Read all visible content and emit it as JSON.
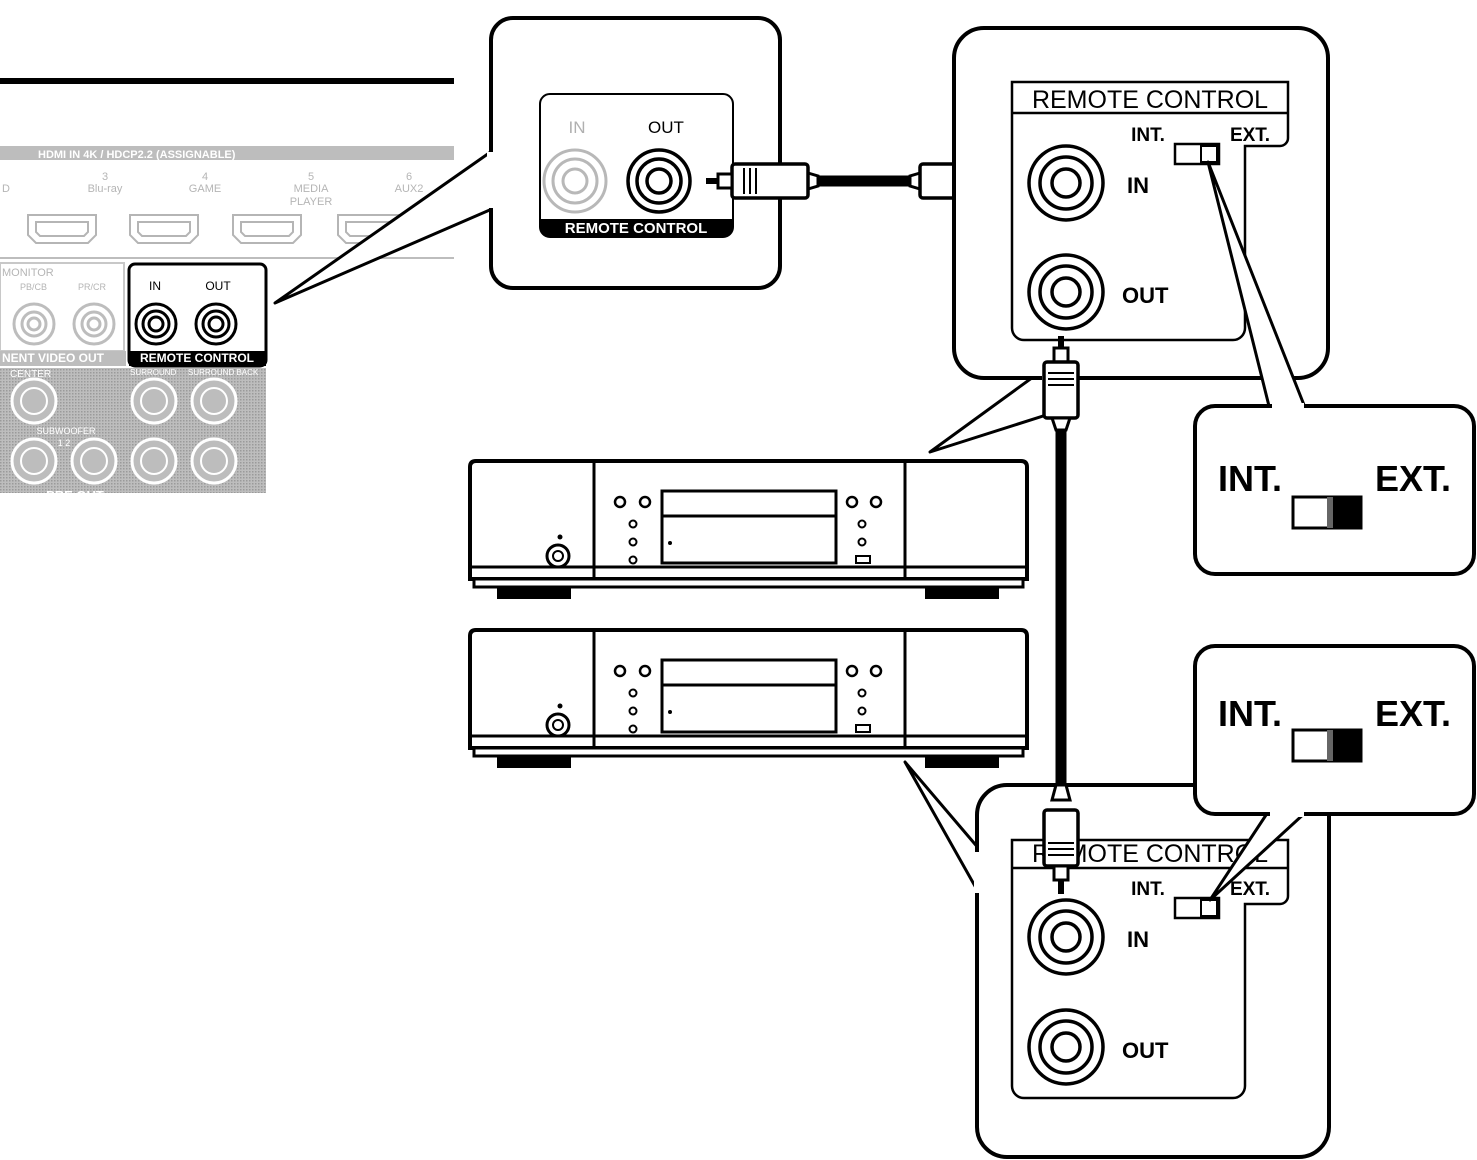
{
  "receiver_panel": {
    "hdmi_header": "HDMI IN 4K / HDCP2.2 (ASSIGNABLE)",
    "hdmi_inputs": [
      {
        "num": "",
        "name": "D"
      },
      {
        "num": "3",
        "name": "Blu-ray"
      },
      {
        "num": "4",
        "name": "GAME"
      },
      {
        "num": "5",
        "name": "MEDIA"
      },
      {
        "num": "6",
        "name": "AUX2"
      }
    ],
    "hdmi_input_5_line2": "PLAYER",
    "monitor_label": "MONITOR",
    "pb_label": "PB/CB",
    "pr_label": "PR/CR",
    "component_label": "NENT VIDEO OUT",
    "rc_in": "IN",
    "rc_out": "OUT",
    "rc_label": "REMOTE CONTROL",
    "center_label": "CENTER",
    "surround_label": "SURROUND",
    "surround_back_label": "SURROUND BACK",
    "subwoofer_label": "SUBWOOFER",
    "sub_num": "1  2",
    "pre_out_label": "PRE OUT"
  },
  "zoom_receiver": {
    "in_label": "IN",
    "out_label": "OUT",
    "title": "REMOTE CONTROL"
  },
  "device_top": {
    "title": "REMOTE CONTROL",
    "int_label": "INT.",
    "ext_label": "EXT.",
    "in_label": "IN",
    "out_label": "OUT"
  },
  "device_bottom": {
    "title": "REMOTE CONTROL",
    "int_label": "INT.",
    "ext_label": "EXT.",
    "in_label": "IN",
    "out_label": "OUT"
  },
  "switch_callout_top": {
    "int_label": "INT.",
    "ext_label": "EXT.",
    "position": "EXT."
  },
  "switch_callout_bottom": {
    "int_label": "INT.",
    "ext_label": "EXT.",
    "position": "EXT."
  }
}
